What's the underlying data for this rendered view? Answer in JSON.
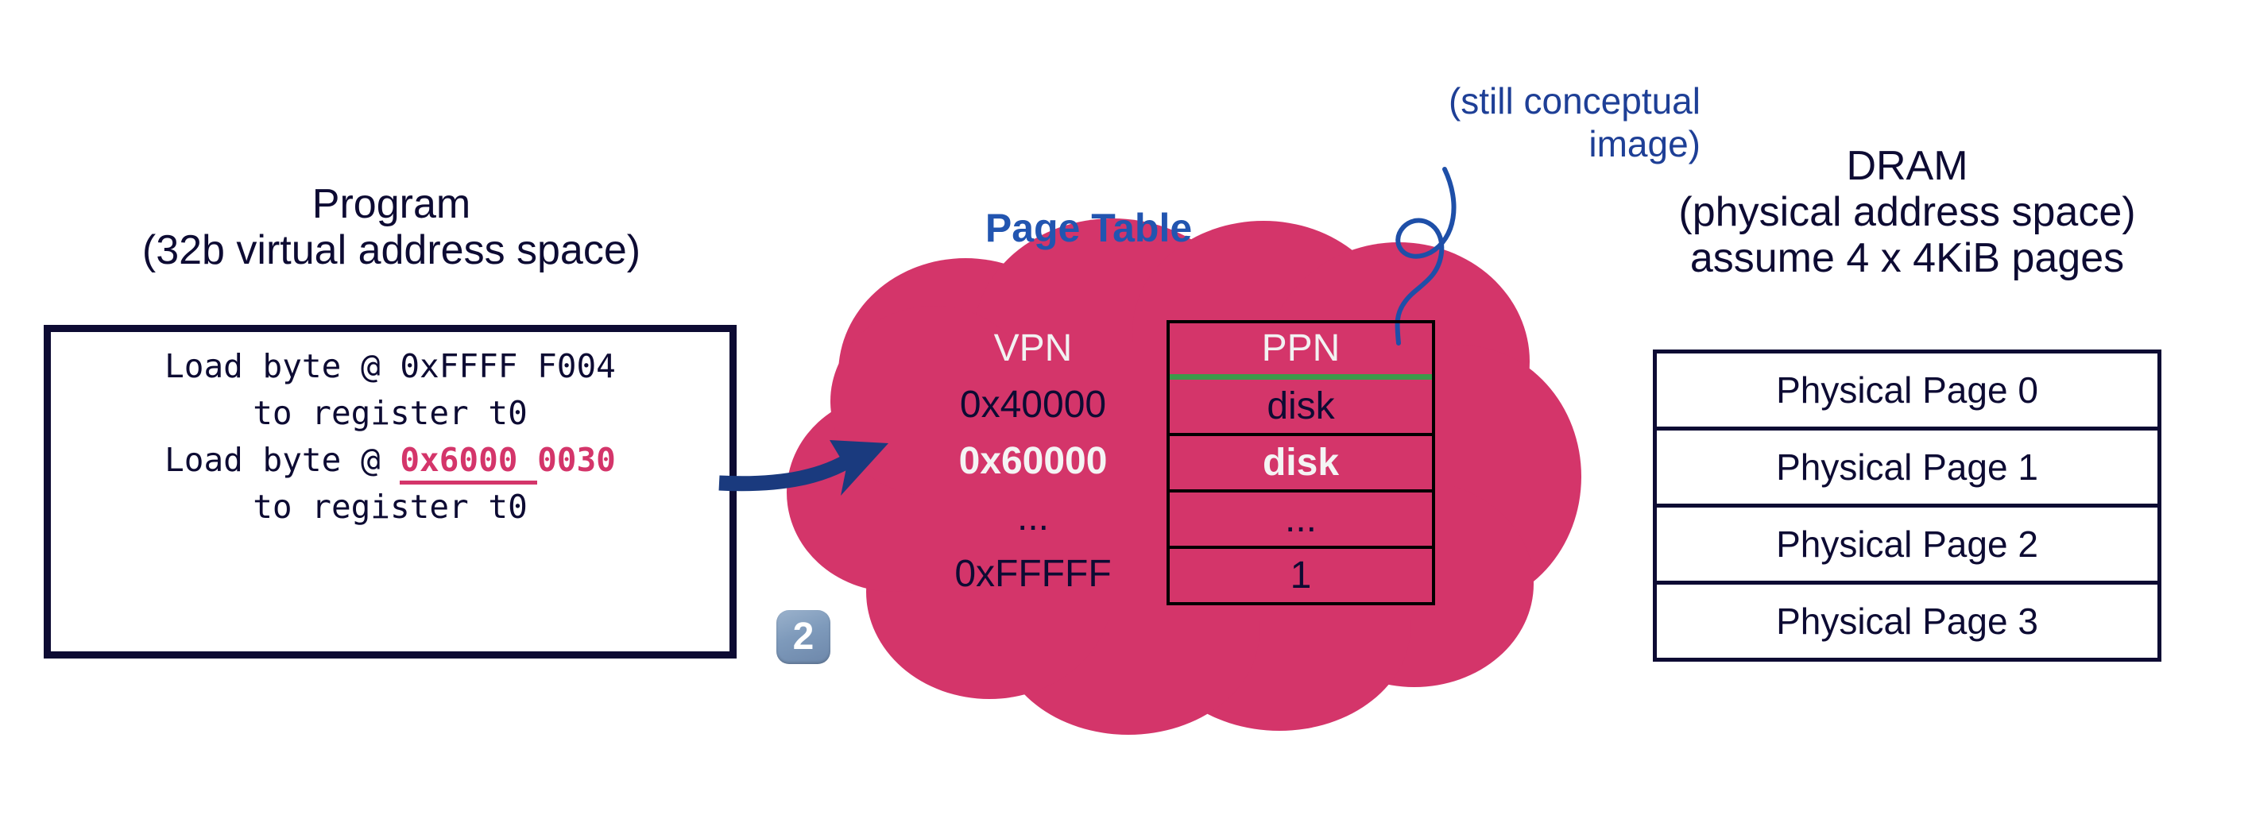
{
  "program": {
    "title_line1": "Program",
    "title_line2": "(32b virtual address space)",
    "title": "Program\n(32b virtual address space)",
    "code": {
      "line1": "Load byte @ 0xFFFF F004",
      "line2": "to register t0",
      "line3_prefix": "Load byte @ ",
      "line3_highlight_underlined": "0x6000 ",
      "line3_highlight_plain": "0030",
      "line3_full": "Load byte @ 0x6000 0030",
      "line4": "to register t0"
    }
  },
  "step_badge": {
    "number": "2"
  },
  "page_table": {
    "title": "Page Table",
    "note": "(still conceptual\nimage)",
    "note_line1": "(still conceptual",
    "note_line2": "image)",
    "vpn_header": "VPN",
    "ppn_header": "PPN",
    "rows": [
      {
        "vpn": "0x40000",
        "ppn": "disk",
        "selected": false
      },
      {
        "vpn": "0x60000",
        "ppn": "disk",
        "selected": true
      },
      {
        "vpn": "...",
        "ppn": "...",
        "selected": false
      },
      {
        "vpn": "0xFFFFF",
        "ppn": "1",
        "selected": false
      }
    ]
  },
  "dram": {
    "title": "DRAM\n(physical address space)\nassume 4 x 4KiB pages",
    "title_line1": "DRAM",
    "title_line2": "(physical address space)",
    "title_line3": "assume 4 x 4KiB pages",
    "pages": [
      "Physical Page 0",
      "Physical Page 1",
      "Physical Page 2",
      "Physical Page 3"
    ]
  },
  "colors": {
    "cloud": "#d4356a",
    "navy_text": "#0d0b33",
    "page_table_blue": "#2255b0",
    "note_blue": "#1e3f96",
    "arrow_navy": "#1a3a7e",
    "highlight_crimson": "#d4356a",
    "green_divider": "#3d9a4a",
    "badge_blue_gray": "#7e9abb"
  },
  "icons": {
    "arrow": "curved-arrow-icon",
    "squiggle": "squiggle-pointer-icon",
    "cloud": "cloud-shape-icon"
  }
}
